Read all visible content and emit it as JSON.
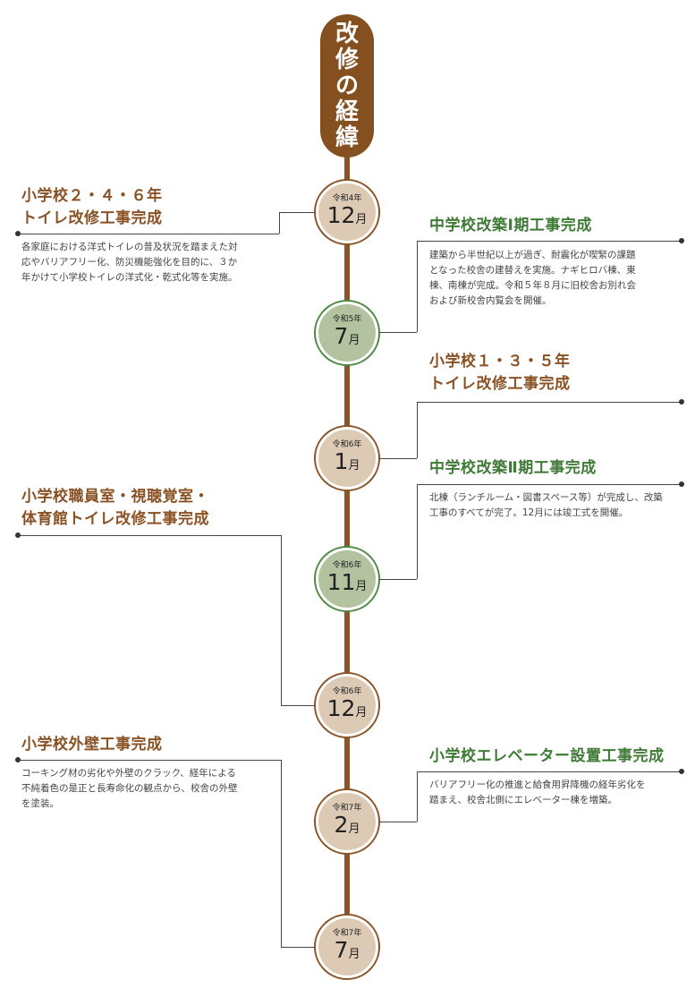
{
  "title": [
    "改",
    "修",
    "の",
    "経",
    "緯"
  ],
  "nodes": [
    {
      "era": "令和4年",
      "month": "12",
      "unit": "月",
      "color": "brown"
    },
    {
      "era": "令和5年",
      "month": "7",
      "unit": "月",
      "color": "green"
    },
    {
      "era": "令和6年",
      "month": "1",
      "unit": "月",
      "color": "brown"
    },
    {
      "era": "令和6年",
      "month": "11",
      "unit": "月",
      "color": "green"
    },
    {
      "era": "令和6年",
      "month": "12",
      "unit": "月",
      "color": "brown"
    },
    {
      "era": "令和7年",
      "month": "2",
      "unit": "月",
      "color": "brown"
    },
    {
      "era": "令和7年",
      "month": "7",
      "unit": "月",
      "color": "brown"
    }
  ],
  "events": [
    {
      "title_lines": [
        "小学校２・４・６年",
        "トイレ改修工事完成"
      ],
      "body_lines": [
        "各家庭における洋式トイレの普及状況を踏まえた対",
        "応やバリアフリー化、防災機能強化を目的に、３か",
        "年かけて小学校トイレの洋式化・乾式化等を実施。"
      ]
    },
    {
      "title_lines": [
        "中学校改築Ⅰ期工事完成"
      ],
      "body_lines": [
        "建築から半世紀以上が過ぎ、耐震化が喫緊の課題",
        "となった校舎の建替えを実施。ナギヒロバ棟、東",
        "棟、南棟が完成。令和５年８月に旧校舎お別れ会",
        "および新校舎内覧会を開催。"
      ]
    },
    {
      "title_lines": [
        "小学校１・３・５年",
        "トイレ改修工事完成"
      ],
      "body_lines": []
    },
    {
      "title_lines": [
        "中学校改築Ⅱ期工事完成"
      ],
      "body_lines": [
        "北棟（ランチルーム・図書スペース等）が完成し、改築",
        "工事のすべてが完了。12月には竣工式を開催。"
      ]
    },
    {
      "title_lines": [
        "小学校職員室・視聴覚室・",
        "体育館トイレ改修工事完成"
      ],
      "body_lines": []
    },
    {
      "title_lines": [
        "小学校外壁工事完成"
      ],
      "body_lines": [
        "コーキング材の劣化や外壁のクラック、経年による",
        "不純着色の是正と長寿命化の観点から、校舎の外壁",
        "を塗装。"
      ]
    },
    {
      "title_lines": [
        "小学校エレベーター設置工事完成"
      ],
      "body_lines": [
        "バリアフリー化の推進と給食用昇降機の経年劣化を",
        "踏まえ、校舎北側にエレベーター棟を増築。"
      ]
    }
  ]
}
